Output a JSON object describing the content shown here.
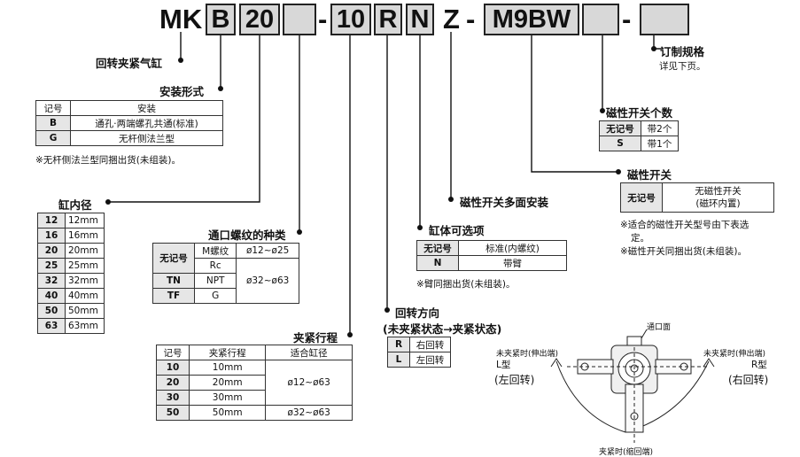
{
  "code_parts": {
    "mk": "MK",
    "b": "B",
    "n20": "20",
    "dash1": "-",
    "n10": "10",
    "r": "R",
    "n": "N",
    "z": "Z",
    "dash2": "-",
    "m9bw": "M9BW",
    "dash3": "-"
  },
  "labels": {
    "cylinder": "回转夹紧气缸",
    "mount": "安装形式",
    "bore": "缸内径",
    "port": "通口螺纹的种类",
    "stroke": "夹紧行程",
    "rotate_line1": "回转方向",
    "rotate_line2": "(未夹紧状态→夹紧状态)",
    "body": "缸体可选项",
    "multi": "磁性开关多面安装",
    "sw_qty": "磁性开关个数",
    "switch": "磁性开关",
    "custom": "订制规格",
    "custom_note": "详见下页。"
  },
  "mount_table": {
    "headers": [
      "记号",
      "安装"
    ],
    "rows": [
      [
        "B",
        "通孔·两端螺孔共通(标准)"
      ],
      [
        "G",
        "无杆侧法兰型"
      ]
    ],
    "note": "※无杆侧法兰型同捆出货(未组装)。"
  },
  "bore_table": {
    "rows": [
      [
        "12",
        "12mm"
      ],
      [
        "16",
        "16mm"
      ],
      [
        "20",
        "20mm"
      ],
      [
        "25",
        "25mm"
      ],
      [
        "32",
        "32mm"
      ],
      [
        "40",
        "40mm"
      ],
      [
        "50",
        "50mm"
      ],
      [
        "63",
        "63mm"
      ]
    ]
  },
  "port_table": {
    "none_label": "无记号",
    "m_thread": "M螺纹",
    "rc": "Rc",
    "tn": "TN",
    "npt": "NPT",
    "tf": "TF",
    "g": "G",
    "range1": "ø12~ø25",
    "range2": "ø32~ø63"
  },
  "stroke_table": {
    "headers": [
      "记号",
      "夹紧行程",
      "适合缸径"
    ],
    "rows": [
      [
        "10",
        "10mm"
      ],
      [
        "20",
        "20mm"
      ],
      [
        "30",
        "30mm"
      ],
      [
        "50",
        "50mm"
      ]
    ],
    "range1": "ø12~ø63",
    "range2": "ø32~ø63"
  },
  "rotate_table": {
    "rows": [
      [
        "R",
        "右回转"
      ],
      [
        "L",
        "左回转"
      ]
    ]
  },
  "body_table": {
    "rows": [
      [
        "无记号",
        "标准(内螺纹)"
      ],
      [
        "N",
        "带臂"
      ]
    ],
    "note": "※臂同捆出货(未组装)。"
  },
  "qty_table": {
    "rows": [
      [
        "无记号",
        "带2个"
      ],
      [
        "S",
        "带1个"
      ]
    ]
  },
  "switch_table": {
    "none_label": "无记号",
    "desc_line1": "无磁性开关",
    "desc_line2": "(磁环内置)",
    "note1": "※适合的磁性开关型号由下表选",
    "note2": "定。",
    "note3": "※磁性开关同捆出货(未组装)。"
  },
  "drawing": {
    "port_face": "通口面",
    "left_state": "未夹紧时(伸出端)",
    "left_type": "L型",
    "left_dir": "(左回转)",
    "right_state": "未夹紧时(伸出端)",
    "right_type": "R型",
    "right_dir": "(右回转)",
    "bottom": "夹紧时(缩回端)"
  }
}
